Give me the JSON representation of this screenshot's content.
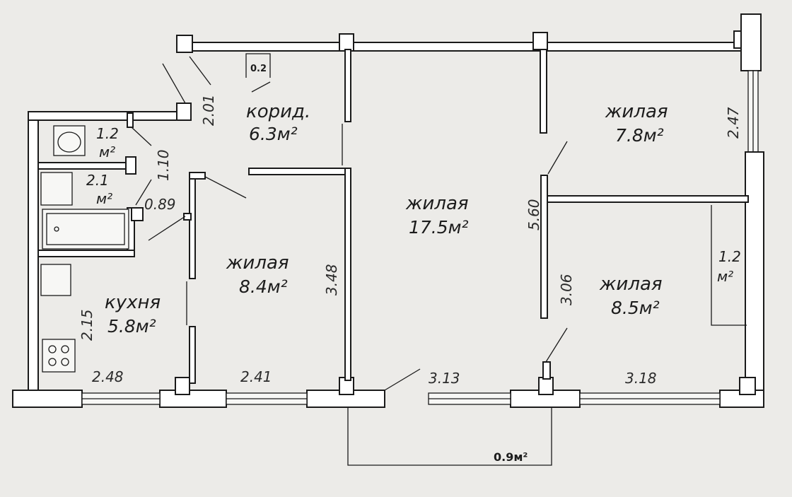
{
  "rooms": {
    "corridor": {
      "name": "корид.",
      "area": "6.3м²"
    },
    "living_large": {
      "name": "жилая",
      "area": "17.5м²"
    },
    "living_top_right": {
      "name": "жилая",
      "area": "7.8м²"
    },
    "living_mid": {
      "name": "жилая",
      "area": "8.4м²"
    },
    "living_bottom_right": {
      "name": "жилая",
      "area": "8.5м²"
    },
    "kitchen": {
      "name": "кухня",
      "area": "5.8м²"
    },
    "wc": {
      "value": "1.2",
      "unit": "м²"
    },
    "bath": {
      "value": "2.1",
      "unit": "м²"
    },
    "closet": {
      "value": "1.2",
      "unit": "м²"
    },
    "balcony": {
      "area": "0.9м²"
    },
    "niche": {
      "value": "0.2"
    }
  },
  "dimensions": {
    "d_201": "2.01",
    "d_110": "1.10",
    "d_089": "0.89",
    "d_215": "2.15",
    "d_248": "2.48",
    "d_241": "2.41",
    "d_348": "3.48",
    "d_560": "5.60",
    "d_306": "3.06",
    "d_247": "2.47",
    "d_313": "3.13",
    "d_318": "3.18"
  }
}
